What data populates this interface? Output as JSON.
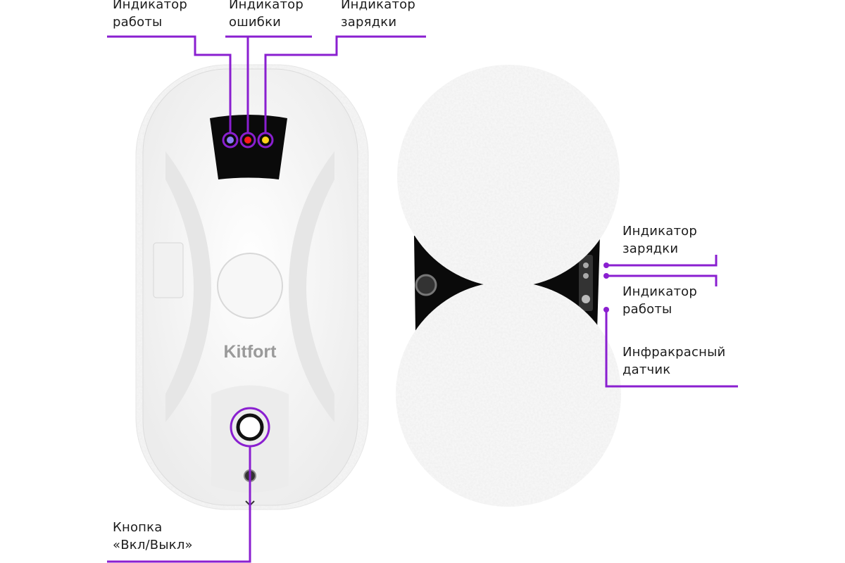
{
  "brand": "Kitfort",
  "colors": {
    "accent": "#8a1fd0",
    "led_work": "#8b7cf6",
    "led_error": "#ff1a1a",
    "led_charge": "#ffd21a"
  },
  "labels": {
    "top_work": [
      "Индикатор",
      "работы"
    ],
    "top_error": [
      "Индикатор",
      "ошибки"
    ],
    "top_charge": [
      "Индикатор",
      "зарядки"
    ],
    "right_charge": [
      "Индикатор",
      "зарядки"
    ],
    "right_work": [
      "Индикатор",
      "работы"
    ],
    "right_ir": [
      "Инфракрасный",
      "датчик"
    ],
    "power_button": [
      "Кнопка",
      "«Вкл/Выкл»"
    ]
  }
}
